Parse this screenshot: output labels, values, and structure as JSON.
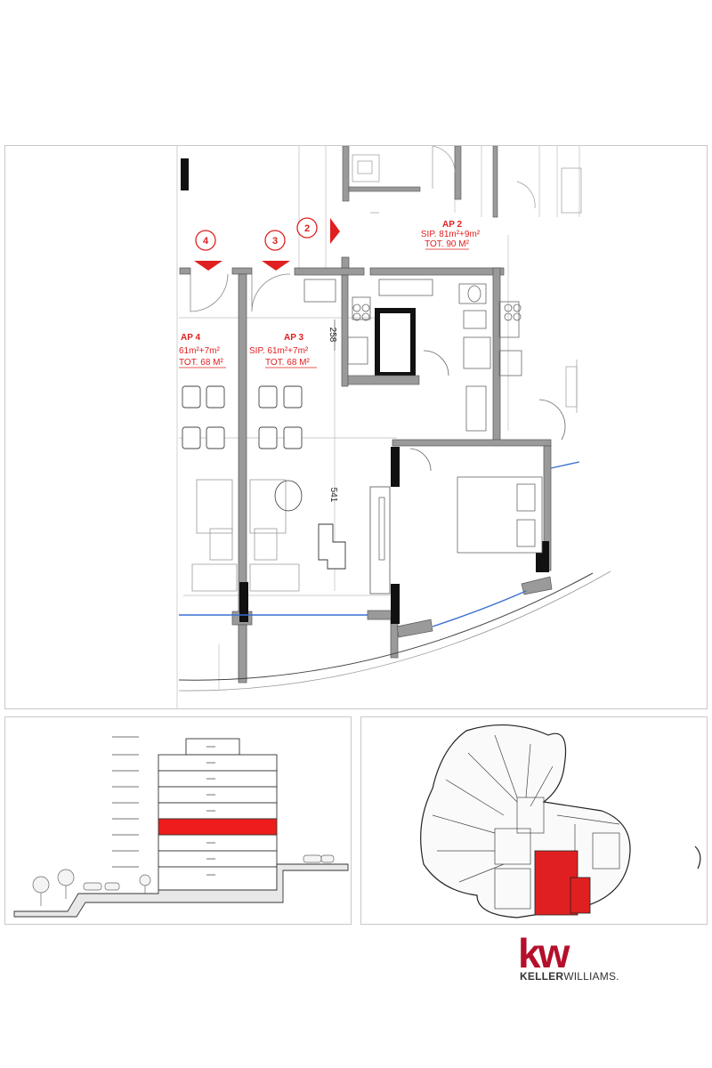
{
  "plan": {
    "markers": [
      {
        "number": "4"
      },
      {
        "number": "3"
      },
      {
        "number": "2"
      }
    ],
    "apartments": [
      {
        "name": "AP 4",
        "area": "61m²+7m²",
        "total": "TOT. 68 M²"
      },
      {
        "name": "AP 3",
        "area": "SIP. 61m²+7m²",
        "total": "TOT. 68 M²"
      },
      {
        "name": "AP 2",
        "area": "SIP. 81m²+9m²",
        "total": "TOT. 90 M²"
      }
    ],
    "dimensions": {
      "upper": "258",
      "lower": "541"
    },
    "colors": {
      "highlight": "#e02020",
      "wall": "#9a9a9a",
      "glass": "#3a6fd0"
    }
  },
  "logo": {
    "mark": "kw",
    "brand_bold": "KELLER",
    "brand_light": "WILLIAMS.",
    "color": "#b40f2b"
  }
}
